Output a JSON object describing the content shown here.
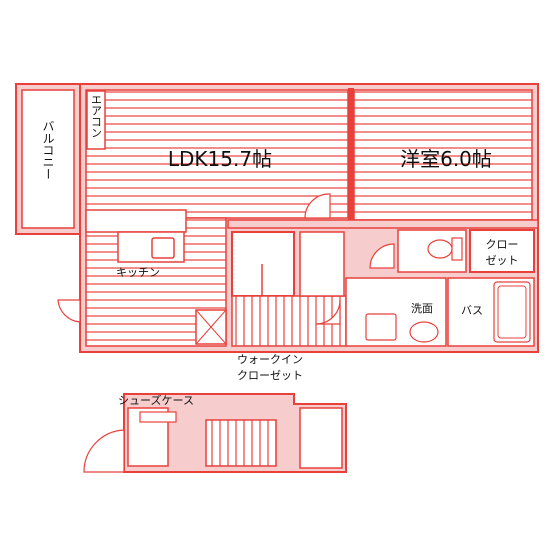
{
  "plan": {
    "rooms": {
      "ldk": "LDK15.7帖",
      "western": "洋室6.0帖",
      "balcony": "バルコニー",
      "aircon": "エアコン",
      "kitchen": "キッチン",
      "closet": [
        "クロー",
        "ゼット"
      ],
      "walkin": [
        "ウォークイン",
        "クローゼット"
      ],
      "washroom": "洗面",
      "bath": "バス",
      "shoe_case": "シューズケース"
    },
    "colors": {
      "wall": "#e8413c",
      "fill": "#f6cccc",
      "line": "#e8413c",
      "dark": "#d62d2d"
    }
  }
}
